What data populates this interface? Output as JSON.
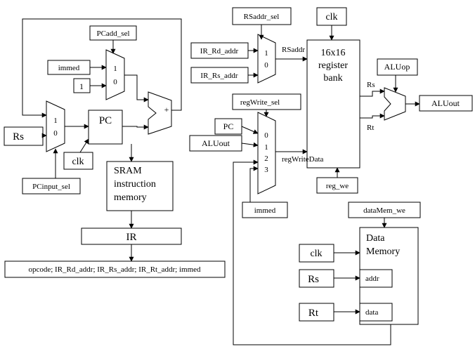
{
  "labels": {
    "pcadd_sel": "PCadd_sel",
    "immed_left": "immed",
    "one": "1",
    "rs_left": "Rs",
    "pc": "PC",
    "clk_pc": "clk",
    "pcinput_sel": "PCinput_sel",
    "sram_line1": "SRAM",
    "sram_line2": "instruction",
    "sram_line3": "memory",
    "ir": "IR",
    "ir_fields": "opcode;  IR_Rd_addr;  IR_Rs_addr;  IR_Rt_addr;  immed",
    "rsaddr_sel": "RSaddr_sel",
    "clk_reg": "clk",
    "ir_rd_addr": "IR_Rd_addr",
    "ir_rs_addr": "IR_Rs_addr",
    "rsaddr": "RSaddr",
    "regbank_line1": "16x16",
    "regbank_line2": "register",
    "regbank_line3": "bank",
    "aluop": "ALUop",
    "rs_out": "Rs",
    "rt_out": "Rt",
    "aluout_right": "ALUout",
    "regwrite_sel": "regWrite_sel",
    "pc_in": "PC",
    "aluout_in": "ALUout",
    "regwritedata": "regWriteData",
    "reg_we": "reg_we",
    "immed_right": "immed",
    "datamem_we": "dataMem_we",
    "datamem_line1": "Data",
    "datamem_line2": "Memory",
    "clk_mem": "clk",
    "rs_mem": "Rs",
    "rt_mem": "Rt",
    "addr": "addr",
    "data": "data"
  },
  "mux_inputs": {
    "pcadd": [
      "1",
      "0"
    ],
    "pcinput": [
      "1",
      "0"
    ],
    "rsaddr": [
      "1",
      "0"
    ],
    "regwrite": [
      "0",
      "1",
      "2",
      "3"
    ]
  },
  "adder_symbol": "+"
}
